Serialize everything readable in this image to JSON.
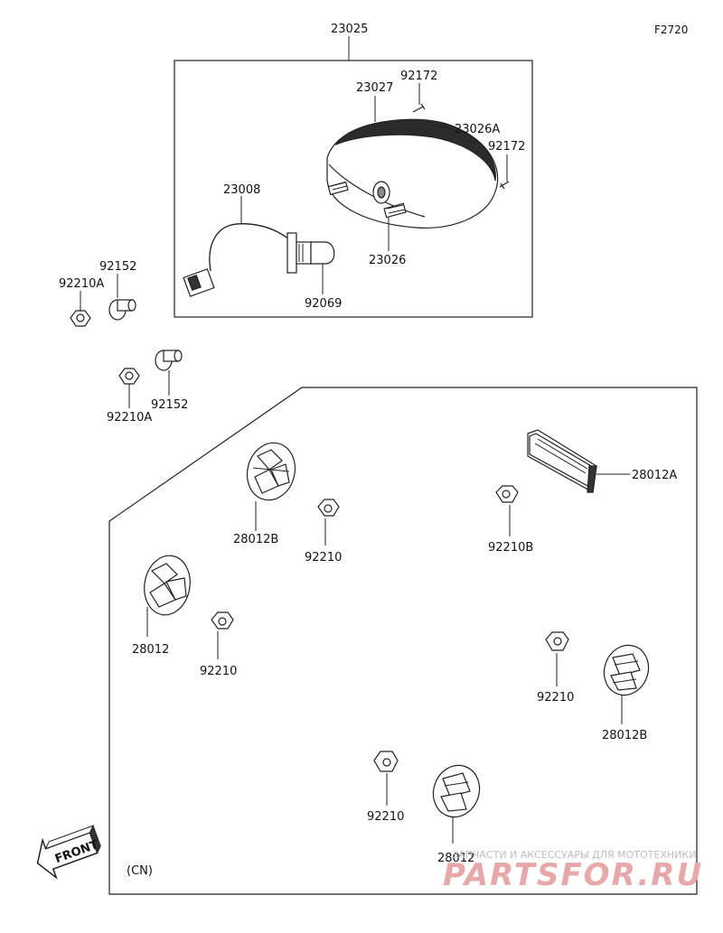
{
  "figure_id": "F2720",
  "region_code": "(CN)",
  "front_label": "FRONT",
  "callouts": {
    "assembly": "23025",
    "lens": "23027",
    "screw_top": "92172",
    "gasket": "23026A",
    "screw_side": "92172",
    "socket": "23008",
    "stud": "23026",
    "bulb": "92069",
    "collar_a": "92152",
    "nut_a": "92210A",
    "collar_b": "92152",
    "nut_b": "92210A",
    "reflector_main": "28012A",
    "reflector_b1": "28012B",
    "clip_1": "92210",
    "clip_b": "92210B",
    "reflector_2": "28012",
    "clip_2": "92210",
    "clip_3": "92210",
    "reflector_b2": "28012B",
    "clip_4": "92210",
    "reflector_3": "28012"
  },
  "watermark": {
    "tagline": "ЗАПЧАСТИ И АКСЕССУАРЫ ДЛЯ МОТОТЕХНИКИ",
    "brand": "PARTSFOR.RU"
  }
}
